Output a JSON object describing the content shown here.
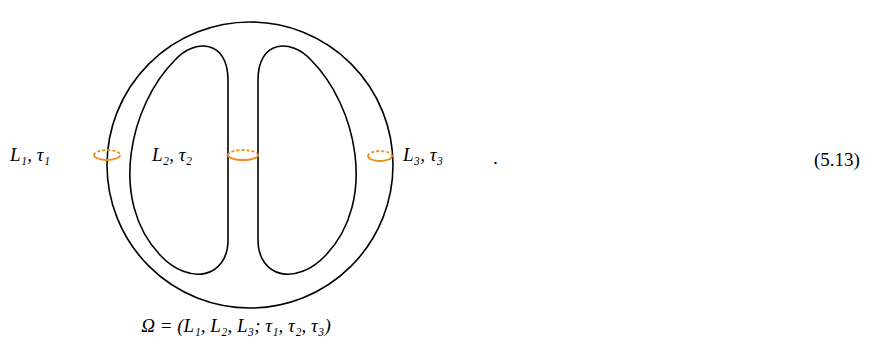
{
  "diagram": {
    "labels": [
      "L₁, τ₁",
      "L₂, τ₂",
      "L₃, τ₃",
      ".",
      "(5.13)",
      "Ω = (L₁, L₂, L₃; τ₁, τ₂, τ₃)"
    ]
  }
}
